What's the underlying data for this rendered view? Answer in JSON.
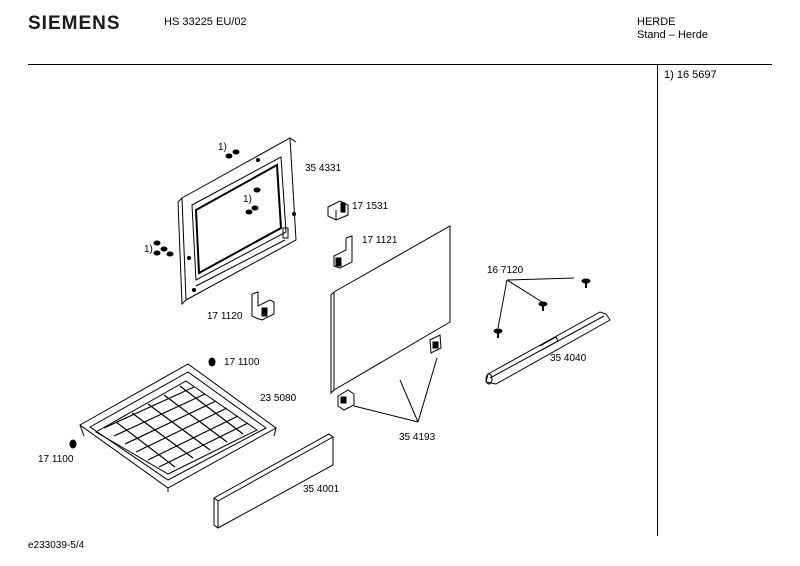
{
  "header": {
    "brand": "SIEMENS",
    "model": "HS 33225 EU/02",
    "category_line1": "HERDE",
    "category_line2": "Stand – Herde"
  },
  "side_note": "1) 16 5697",
  "footer": "e233039-5/4",
  "parts": {
    "p354331": "35 4331",
    "p171531": "17 1531",
    "p171121": "17 1121",
    "p171120": "17 1120",
    "p171100a": "17 1100",
    "p235080": "23 5080",
    "p171100b": "17 1100",
    "p354001": "35 4001",
    "p354193": "35 4193",
    "p167120": "16 7120",
    "p354040": "35 4040",
    "fn1": "1)",
    "fn2": "1)",
    "fn3": "1)"
  }
}
